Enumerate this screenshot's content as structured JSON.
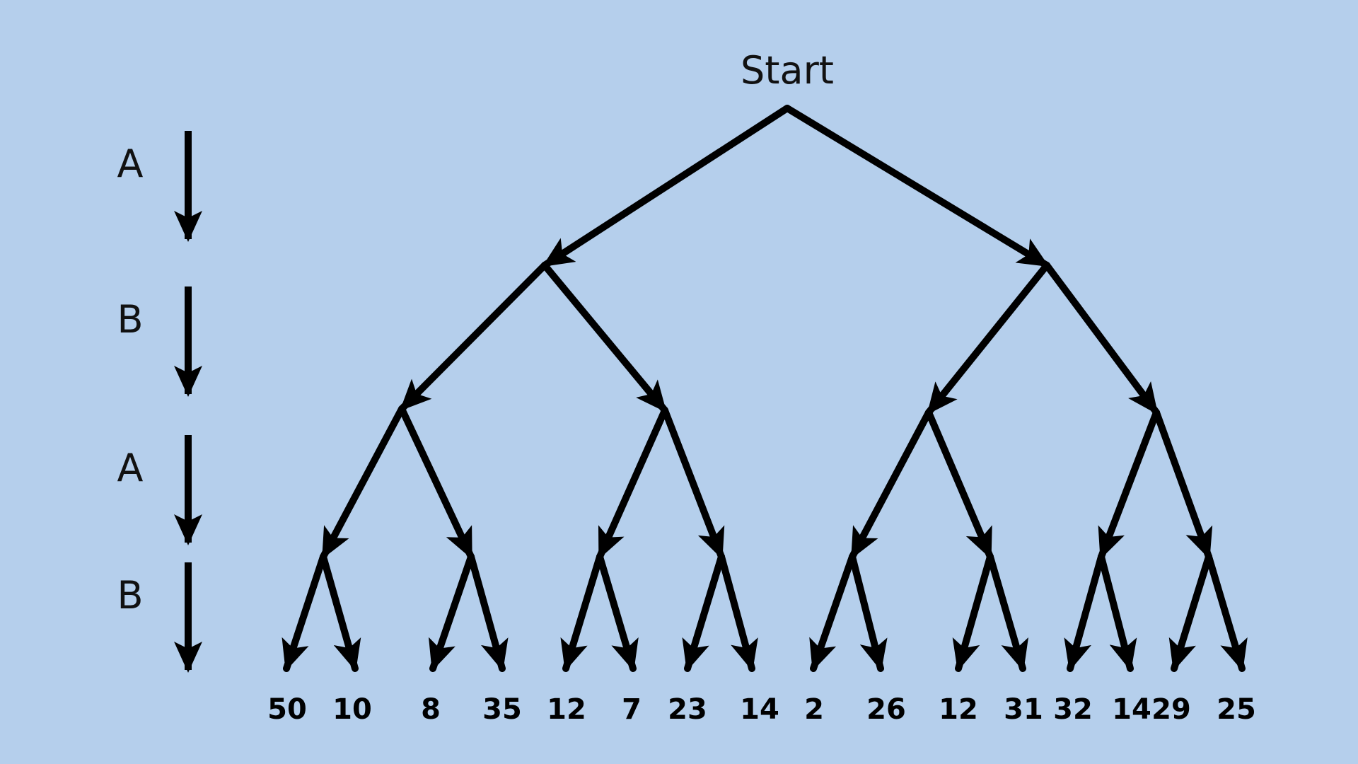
{
  "root_label": "Start",
  "level_labels": [
    "A",
    "B",
    "A",
    "B"
  ],
  "leaf_values": [
    "50",
    "10",
    "8",
    "35",
    "12",
    "7",
    "23",
    "14",
    "2",
    "26",
    "12",
    "31",
    "32",
    "14",
    "29",
    "25"
  ],
  "colors": {
    "background": "#b5cfec",
    "ink": "#000000"
  }
}
